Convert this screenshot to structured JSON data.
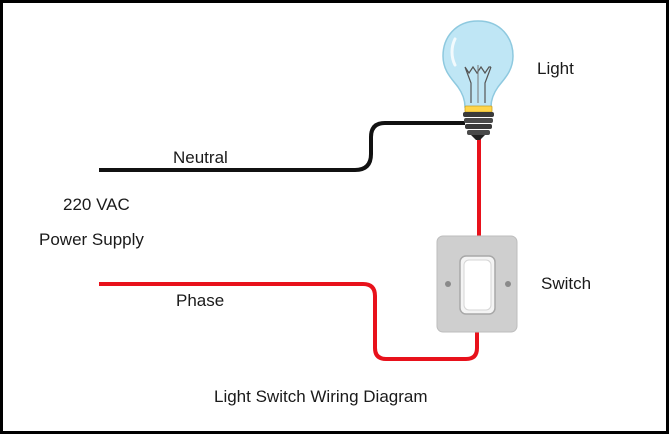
{
  "diagram": {
    "caption": "Light Switch Wiring Diagram",
    "supply_voltage": "220 VAC",
    "supply_label": "Power Supply",
    "neutral_label": "Neutral",
    "phase_label": "Phase",
    "light_label": "Light",
    "switch_label": "Switch"
  },
  "colors": {
    "neutral_wire": "#111111",
    "phase_wire": "#e8111b",
    "switch_plate": "#cfcfcf",
    "bulb_glass": "#bfe6f5",
    "bulb_base": "#333333"
  },
  "icons": [
    "light-bulb-icon",
    "wall-switch-icon"
  ]
}
